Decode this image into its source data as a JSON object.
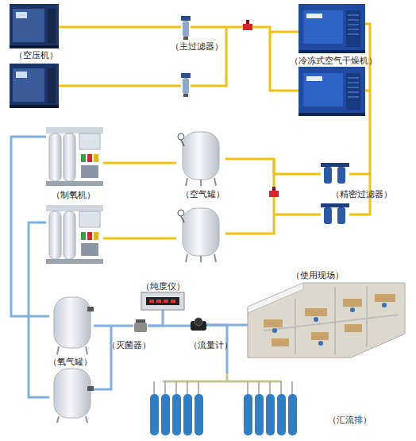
{
  "diagram": {
    "nodes": [
      {
        "text": [
          "（空压机）"
        ]
      },
      {
        "text": [
          "（主过滤器）"
        ]
      },
      {
        "text": [
          "（冷冻式空气干燥机）"
        ]
      },
      {
        "text": [
          "（制氧机）"
        ]
      },
      {
        "text": [
          "（空气罐）"
        ]
      },
      {
        "text": [
          "（精密过滤器）"
        ]
      },
      {
        "text": [
          "（使用现场）"
        ]
      },
      {
        "text": [
          "（纯度仪）"
        ]
      },
      {
        "text": [
          "（氧气罐）"
        ]
      },
      {
        "text": [
          "（灭菌器）"
        ]
      },
      {
        "text": [
          "（流量计）"
        ]
      },
      {
        "text": [
          "（汇流排）"
        ]
      }
    ],
    "edges": [
      {
        "from": 0,
        "to": 1,
        "arrow": "none"
      },
      {
        "from": 1,
        "to": 2,
        "arrow": "none"
      },
      {
        "from": 2,
        "to": 5,
        "arrow": "none"
      },
      {
        "from": 5,
        "to": 4,
        "arrow": "none"
      },
      {
        "from": 4,
        "to": 3,
        "arrow": "none"
      },
      {
        "from": 3,
        "to": 8,
        "arrow": "none"
      },
      {
        "from": 8,
        "to": 9,
        "arrow": "none"
      },
      {
        "from": 9,
        "to": 10,
        "arrow": "none"
      },
      {
        "from": 10,
        "to": 6,
        "arrow": "none"
      },
      {
        "from": 10,
        "to": 11,
        "arrow": "none"
      },
      {
        "from": 9,
        "to": 7,
        "arrow": "none"
      }
    ]
  }
}
